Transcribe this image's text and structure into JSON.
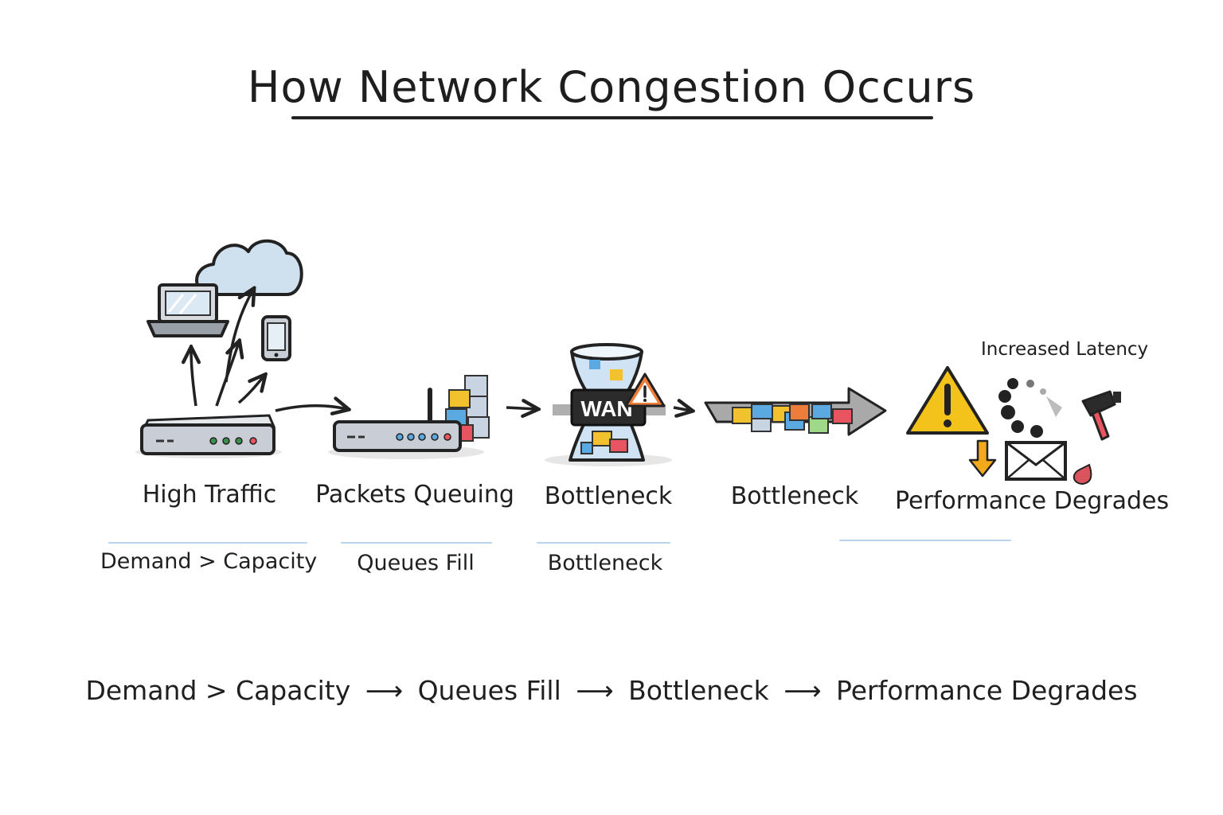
{
  "title": "How Network Congestion Occurs",
  "stages": [
    {
      "label": "High Traffic",
      "sublabel": "Demand > Capacity"
    },
    {
      "label": "Packets Queuing",
      "sublabel": "Queues Fill"
    },
    {
      "label": "Bottleneck",
      "sublabel": "Bottleneck"
    },
    {
      "label": "Bottleneck",
      "sublabel": ""
    },
    {
      "label": "Performance Degrades",
      "sublabel": ""
    }
  ],
  "wan_label": "WAN",
  "latency_label": "Increased Latency",
  "flow": {
    "step1": "Demand > Capacity",
    "step2": "Queues Fill",
    "step3": "Bottleneck",
    "step4": "Performance Degrades",
    "arrow": "⟶"
  },
  "colors": {
    "ink": "#1f1f1f",
    "device": "#c9ced6",
    "cloud": "#cfe0ef",
    "warning": "#f3c21b",
    "divider": "#b9d3ea",
    "packet_yellow": "#f2c12e",
    "packet_blue": "#5aa9e0",
    "packet_red": "#e85560",
    "packet_green": "#9ed98a",
    "packet_orange": "#ef7d3a"
  },
  "icons": [
    "laptop-icon",
    "cloud-icon",
    "phone-icon",
    "router-icon",
    "funnel-icon",
    "warning-icon",
    "spinner-icon",
    "envelope-icon",
    "hammer-icon",
    "down-arrow-icon"
  ]
}
